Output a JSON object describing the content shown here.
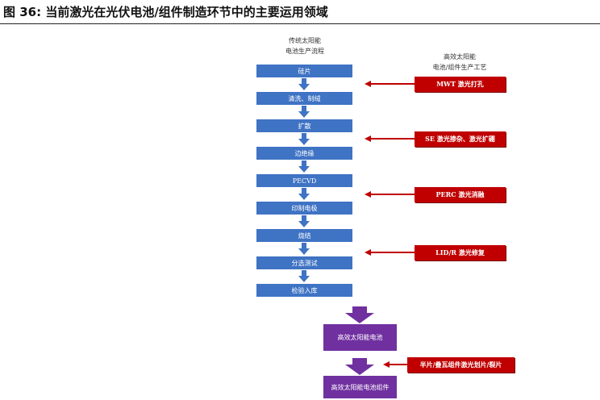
{
  "figure_title": "图 36:  当前激光在光伏电池/组件制造环节中的主要运用领域",
  "left_header": [
    "传统太阳能",
    "电池生产流程"
  ],
  "right_header": [
    "高效太阳能",
    "电池/组件生产工艺"
  ],
  "process_steps": [
    "硅片",
    "清洗、制绒",
    "扩散",
    "边绝缘",
    "PECVD",
    "印制电极",
    "烧结",
    "分选测试",
    "检验入库"
  ],
  "outputs": [
    "高效太阳能电池",
    "高效太阳能电池组件"
  ],
  "laser_applications": [
    "MWT 激光打孔",
    "SE 激光掺杂、激光扩硼",
    "PERC 激光消融",
    "LID/R 激光修复",
    "半片/叠瓦组件激光划片/裂片"
  ],
  "colors": {
    "process_box": "#3f73c4",
    "output_box": "#7030a0",
    "laser_box": "#c00000"
  }
}
